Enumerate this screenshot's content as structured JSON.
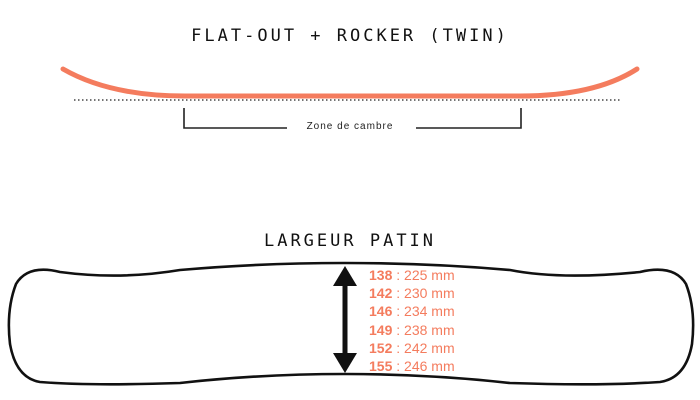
{
  "profile": {
    "title": "FLAT-OUT + ROCKER (TWIN)",
    "zone_label": "Zone de cambre",
    "curve_color": "#f47c5e"
  },
  "width_section": {
    "title": "LARGEUR PATIN",
    "text_color": "#f47c5e",
    "separator": " : ",
    "rows": [
      {
        "size": "138",
        "width": "225 mm"
      },
      {
        "size": "142",
        "width": "230 mm"
      },
      {
        "size": "146",
        "width": "234 mm"
      },
      {
        "size": "149",
        "width": "238 mm"
      },
      {
        "size": "152",
        "width": "242 mm"
      },
      {
        "size": "155",
        "width": "246 mm"
      }
    ]
  }
}
